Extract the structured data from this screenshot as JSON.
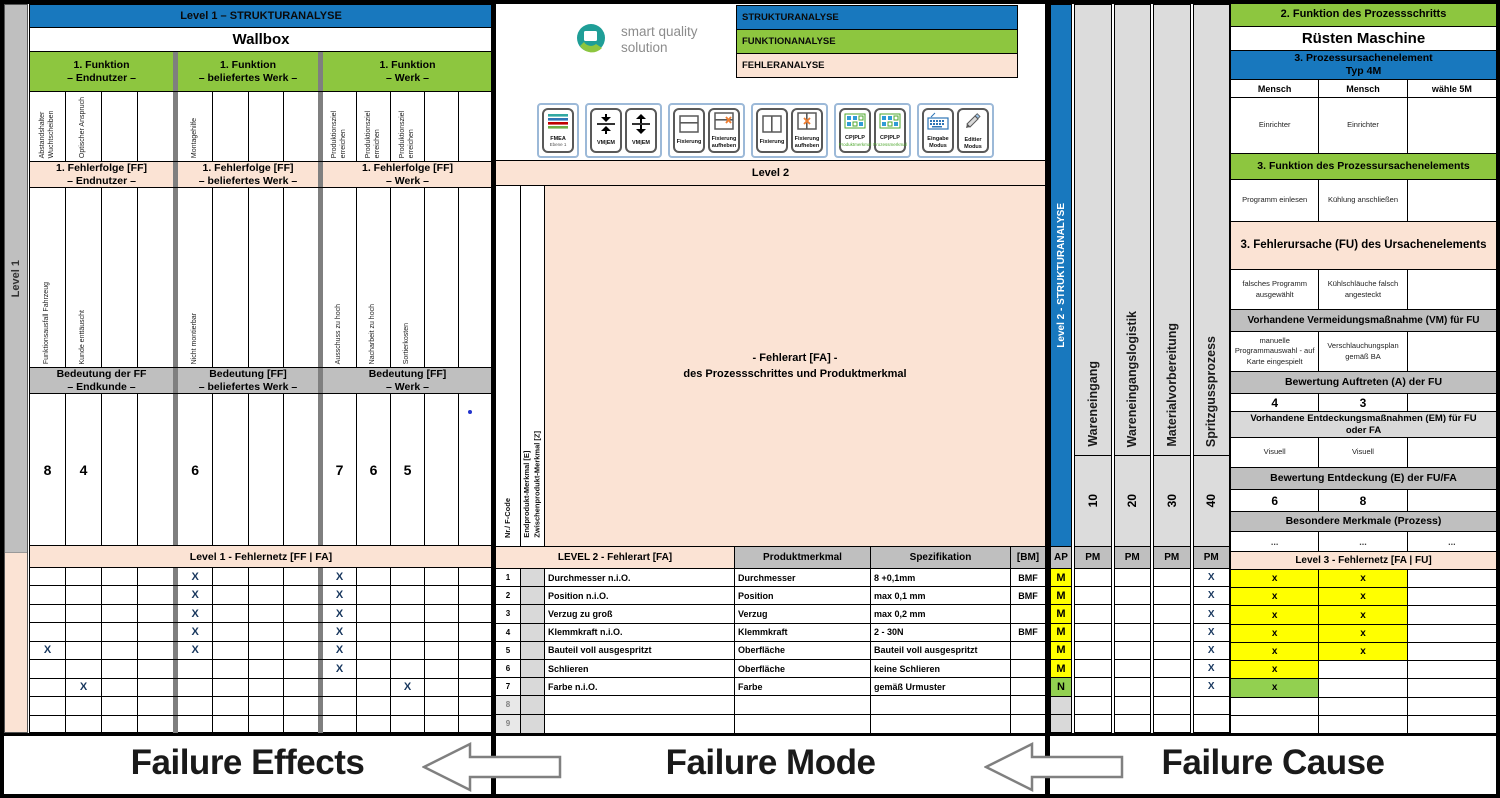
{
  "app": {
    "bottom_labels": [
      "Failure Effects",
      "Failure Mode",
      "Failure Cause"
    ]
  },
  "left": {
    "side_label": "Level 1",
    "header": "Level 1 – STRUKTURANALYSE",
    "title": "Wallbox",
    "funktion_headers": [
      {
        "line1": "1.  Funktion",
        "line2": "– Endnutzer –"
      },
      {
        "line1": "1. Funktion",
        "line2": "– beliefertes Werk  –"
      },
      {
        "line1": "1. Funktion",
        "line2": "– Werk –"
      }
    ],
    "funktion_cols": [
      [
        "Abstandshalter Wuchtscheiben",
        "Optischer Anspruch",
        "",
        ""
      ],
      [
        "Montagehilfe",
        "",
        "",
        ""
      ],
      [
        "Produktionsziel erreichen",
        "Produktionsziel erreichen",
        "Produktionsziel erreichen",
        "",
        ""
      ]
    ],
    "ff_headers": [
      {
        "line1": "1. Fehlerfolge [FF]",
        "line2": "– Endnutzer –"
      },
      {
        "line1": "1. Fehlerfolge [FF]",
        "line2": "– beliefertes Werk  –"
      },
      {
        "line1": "1. Fehlerfolge [FF]",
        "line2": "– Werk –"
      }
    ],
    "ff_cols": [
      [
        "Funktionsausfall  Fahrzeug",
        "Kunde enttäuscht",
        "",
        ""
      ],
      [
        "Nicht montierbar",
        "",
        "",
        ""
      ],
      [
        "Ausschuss zu hoch",
        "Nacharbeit zu hoch",
        "Sortierkosten",
        "",
        ""
      ]
    ],
    "bedeutung_headers": [
      {
        "line1": "Bedeutung der FF",
        "line2": "– Endkunde –"
      },
      {
        "line1": "Bedeutung [FF]",
        "line2": "– beliefertes Werk –"
      },
      {
        "line1": "Bedeutung [FF]",
        "line2": "– Werk –"
      }
    ],
    "bedeutung_values": [
      [
        "8",
        "4",
        "",
        ""
      ],
      [
        "6",
        "",
        "",
        ""
      ],
      [
        "7",
        "6",
        "5",
        "",
        ""
      ]
    ],
    "fehlernetz_header": "Level 1 - Fehlernetz [FF | FA]",
    "fehlernetz_rows": [
      [
        "",
        "",
        "",
        "",
        "X",
        "",
        "",
        "",
        "X",
        "",
        "",
        "",
        ""
      ],
      [
        "",
        "",
        "",
        "",
        "X",
        "",
        "",
        "",
        "X",
        "",
        "",
        "",
        ""
      ],
      [
        "",
        "",
        "",
        "",
        "X",
        "",
        "",
        "",
        "X",
        "",
        "",
        "",
        ""
      ],
      [
        "",
        "",
        "",
        "",
        "X",
        "",
        "",
        "",
        "X",
        "",
        "",
        "",
        ""
      ],
      [
        "X",
        "",
        "",
        "",
        "X",
        "",
        "",
        "",
        "X",
        "",
        "",
        "",
        ""
      ],
      [
        "",
        "",
        "",
        "",
        "",
        "",
        "",
        "",
        "X",
        "",
        "",
        "",
        ""
      ],
      [
        "",
        "X",
        "",
        "",
        "",
        "",
        "",
        "",
        "",
        "",
        "X",
        "",
        ""
      ],
      [
        "",
        "",
        "",
        "",
        "",
        "",
        "",
        "",
        "",
        "",
        "",
        "",
        ""
      ],
      [
        "",
        "",
        "",
        "",
        "",
        "",
        "",
        "",
        "",
        "",
        "",
        "",
        ""
      ]
    ]
  },
  "middle": {
    "logo_line1": "smart quality",
    "logo_line2": "solution",
    "legend": [
      {
        "label": "STRUKTURANALYSE",
        "color": "blue"
      },
      {
        "label": "FUNKTIONANALYSE",
        "color": "green"
      },
      {
        "label": "FEHLERANALYSE",
        "color": "peach"
      }
    ],
    "toolbar_groups": [
      {
        "buttons": [
          {
            "label": "FMEA",
            "sub": "Ebene 1",
            "icon": "fmea"
          }
        ]
      },
      {
        "buttons": [
          {
            "label": "VM|EM",
            "icon": "collapse"
          },
          {
            "label": "VM|EM",
            "icon": "expand"
          }
        ]
      },
      {
        "buttons": [
          {
            "label": "Fixierung",
            "icon": "hsplit"
          },
          {
            "label": "Fixierung aufheben",
            "icon": "hsplitx"
          }
        ]
      },
      {
        "buttons": [
          {
            "label": "Fixierung",
            "icon": "vsplit"
          },
          {
            "label": "Fixierung aufheben",
            "icon": "vsplitx"
          }
        ]
      },
      {
        "buttons": [
          {
            "label": "CP|PLP",
            "sub": "Produktmerkmal",
            "icon": "cpplp"
          },
          {
            "label": "CP|PLP",
            "sub": "Prozessmerkmal",
            "icon": "cpplp"
          }
        ]
      },
      {
        "buttons": [
          {
            "label": "Eingabe Modus",
            "icon": "keyboard"
          },
          {
            "label": "Editier Modus",
            "icon": "pencil"
          }
        ]
      }
    ],
    "level2_header": "Level 2",
    "rot_col1": "Nr./ F-Code",
    "rot_col2_line1": "Endprodukt-Merkmal [E]",
    "rot_col2_line2": "Zwischenprodukt-Merkmal [Z]",
    "fehlerart_line1": "- Fehlerart [FA] -",
    "fehlerart_line2": "des Prozessschrittes und Produktmerkmal",
    "table_headers": [
      "LEVEL 2 - Fehlerart [FA]",
      "Produktmerkmal",
      "Spezifikation",
      "[BM]"
    ],
    "rows": [
      {
        "nr": "1",
        "fa": "Durchmesser n.i.O.",
        "merkmal": "Durchmesser",
        "spez": "8 +0,1mm",
        "bm": "BMF"
      },
      {
        "nr": "2",
        "fa": "Position n.i.O.",
        "merkmal": "Position",
        "spez": "max 0,1 mm",
        "bm": "BMF"
      },
      {
        "nr": "3",
        "fa": "Verzug zu groß",
        "merkmal": "Verzug",
        "spez": "max 0,2 mm",
        "bm": ""
      },
      {
        "nr": "4",
        "fa": "Klemmkraft n.i.O.",
        "merkmal": "Klemmkraft",
        "spez": "2 - 30N",
        "bm": "BMF"
      },
      {
        "nr": "5",
        "fa": "Bauteil voll ausgespritzt",
        "merkmal": "Oberfläche",
        "spez": "Bauteil voll ausgespritzt",
        "bm": ""
      },
      {
        "nr": "6",
        "fa": "Schlieren",
        "merkmal": "Oberfläche",
        "spez": "keine Schlieren",
        "bm": ""
      },
      {
        "nr": "7",
        "fa": "Farbe n.i.O.",
        "merkmal": "Farbe",
        "spez": "gemäß Urmuster",
        "bm": ""
      },
      {
        "nr": "8",
        "fa": "",
        "merkmal": "",
        "spez": "",
        "bm": ""
      },
      {
        "nr": "9",
        "fa": "",
        "merkmal": "",
        "spez": "",
        "bm": ""
      }
    ]
  },
  "appm": {
    "vertical_label": "Level 2 - STRUKTURANALYSE",
    "ap_header": "AP",
    "pm_header": "PM",
    "process_columns": [
      {
        "label": "Wareneingang",
        "nr": "10"
      },
      {
        "label": "Wareneingangslogistik",
        "nr": "20"
      },
      {
        "label": "Materialvorbereitung",
        "nr": "30"
      },
      {
        "label": "Spritzgussprozess",
        "nr": "40"
      }
    ],
    "ap_values": [
      "M",
      "M",
      "M",
      "M",
      "M",
      "M",
      "N",
      "",
      ""
    ],
    "pm_marks": [
      [
        "",
        "",
        "",
        "X"
      ],
      [
        "",
        "",
        "",
        "X"
      ],
      [
        "",
        "",
        "",
        "X"
      ],
      [
        "",
        "",
        "",
        "X"
      ],
      [
        "",
        "",
        "",
        "X"
      ],
      [
        "",
        "",
        "",
        "X"
      ],
      [
        "",
        "",
        "",
        "X"
      ],
      [
        "",
        "",
        "",
        ""
      ],
      [
        "",
        "",
        "",
        ""
      ]
    ]
  },
  "right": {
    "header_funktion": "2. Funktion des Prozessschritts",
    "title": "Rüsten Maschine",
    "header_element_line1": "3. Prozessursachenelement",
    "header_element_line2": "Typ 4M",
    "col_headers": [
      "Mensch",
      "Mensch",
      "wähle 5M"
    ],
    "element_cells": [
      "Einrichter",
      "Einrichter",
      ""
    ],
    "header_elem_funktion": "3. Funktion des Prozessursachenelements",
    "funktion_cells": [
      "Programm einlesen",
      "Kühlung anschließen",
      ""
    ],
    "header_fu": "3. Fehlerursache (FU) des Ursachenelements",
    "fu_cells": [
      "falsches Programm ausgewählt",
      "Kühlschläuche falsch angesteckt",
      ""
    ],
    "header_vm": "Vorhandene Vermeidungsmaßnahme (VM) für FU",
    "vm_cells": [
      "manuelle Programmauswahl - auf Karte eingespielt",
      "Verschlauchungsplan gemäß BA",
      ""
    ],
    "header_a": "Bewertung Auftreten (A) der FU",
    "a_cells": [
      "4",
      "3",
      ""
    ],
    "header_em": "Vorhandene Entdeckungsmaßnahmen (EM) für FU oder FA",
    "em_cells": [
      "Visuell",
      "Visuell",
      ""
    ],
    "header_e": "Bewertung Entdeckung (E) der FU/FA",
    "e_cells": [
      "6",
      "8",
      ""
    ],
    "header_bm": "Besondere Merkmale (Prozess)",
    "bm_cells": [
      "...",
      "...",
      "..."
    ],
    "fehlernetz_header": "Level 3 - Fehlernetz [FA | FU]",
    "fehlernetz_rows": [
      [
        "y",
        "y",
        ""
      ],
      [
        "y",
        "y",
        ""
      ],
      [
        "y",
        "y",
        ""
      ],
      [
        "y",
        "y",
        ""
      ],
      [
        "y",
        "y",
        ""
      ],
      [
        "y",
        "",
        ""
      ],
      [
        "g",
        "",
        ""
      ],
      [
        "",
        "",
        ""
      ],
      [
        "",
        "",
        ""
      ]
    ]
  }
}
